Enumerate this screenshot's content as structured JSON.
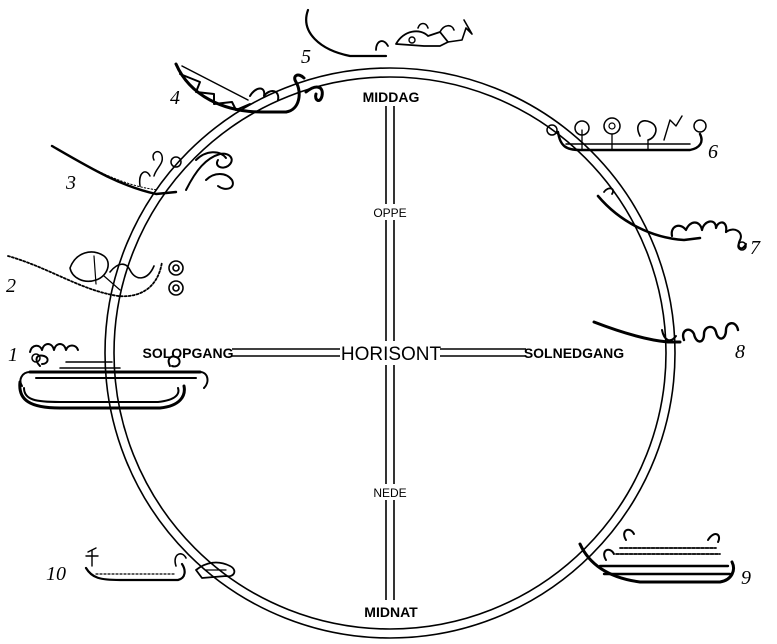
{
  "labels": {
    "top": "MIDDAG",
    "bottom": "MIDNAT",
    "left": "SOLOPGANG",
    "right": "SOLNEDGANG",
    "center": "HORISONT",
    "upper": "OPPE",
    "lower": "NEDE"
  },
  "ship_numbers": [
    "1",
    "2",
    "3",
    "4",
    "5",
    "6",
    "7",
    "8",
    "9",
    "10"
  ],
  "colors": {
    "ink": "#000000",
    "background": "#ffffff"
  }
}
